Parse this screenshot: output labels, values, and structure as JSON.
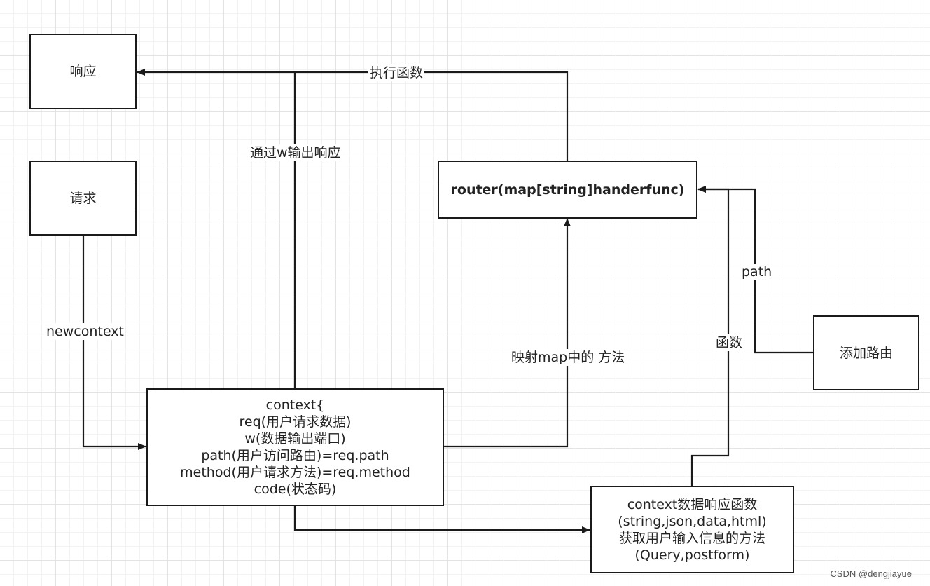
{
  "nodes": {
    "response": "响应",
    "request": "请求",
    "router": "router(map[string]handerfunc)",
    "add_route": "添加路由",
    "context": [
      "context{",
      "req(用户请求数据)",
      "w(数据输出端口)",
      "path(用户访问路由)=req.path",
      "method(用户请求方法)=req.method",
      "code(状态码)"
    ],
    "context_funcs": [
      "context数据响应函数",
      "(string,json,data,html)",
      "获取用户输入信息的方法",
      "(Query,postform)"
    ]
  },
  "edge_labels": {
    "exec_func": "执行函数",
    "output_via_w": "通过w输出响应",
    "newcontext": "newcontext",
    "map_method": "映射map中的 方法",
    "path": "path",
    "func": "函数"
  },
  "watermark": "CSDN @dengjiayue",
  "colors": {
    "line": "#1a1a1a",
    "background": "#ffffff"
  }
}
